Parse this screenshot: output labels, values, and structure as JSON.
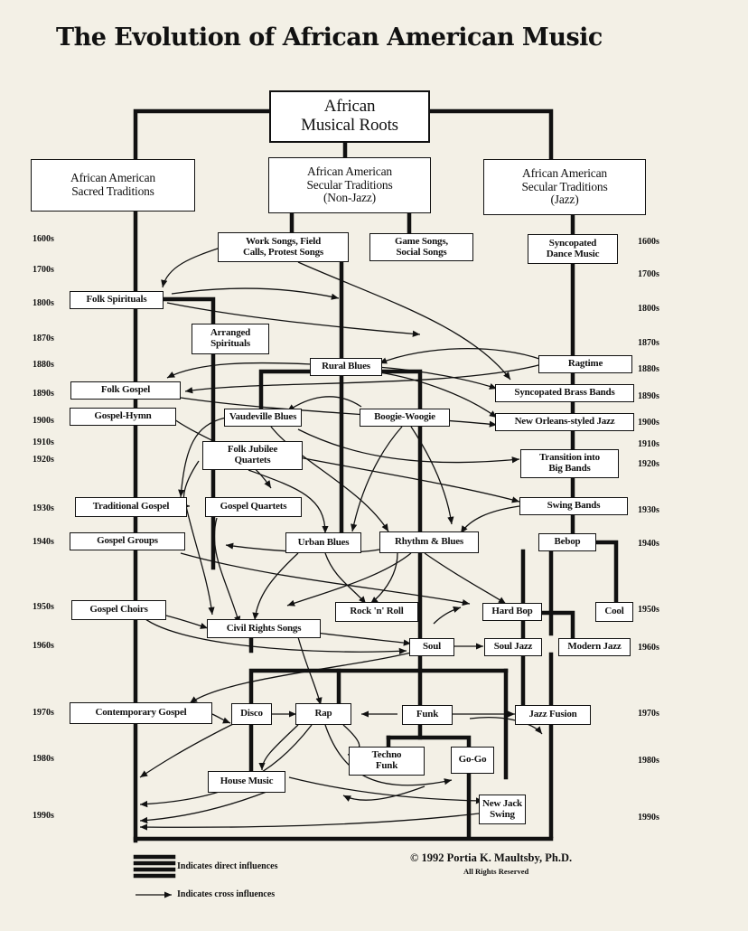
{
  "title": "The Evolution of African American Music",
  "roots": "African\nMusical Roots",
  "categories": {
    "sacred": "African American\nSacred Traditions",
    "secular": "African American\nSecular Traditions\n(Non-Jazz)",
    "jazz": "African American\nSecular Traditions\n(Jazz)"
  },
  "years_left": [
    "1600s",
    "1700s",
    "1800s",
    "1870s",
    "1880s",
    "1890s",
    "1900s",
    "1910s",
    "1920s",
    "1930s",
    "1940s",
    "1950s",
    "1960s",
    "1970s",
    "1980s",
    "1990s"
  ],
  "years_right": [
    "1600s",
    "1700s",
    "1800s",
    "1870s",
    "1880s",
    "1890s",
    "1900s",
    "1910s",
    "1920s",
    "1930s",
    "1940s",
    "1950s",
    "1960s",
    "1970s",
    "1980s",
    "1990s"
  ],
  "nodes": {
    "work_songs": "Work Songs, Field\nCalls, Protest Songs",
    "game_songs": "Game Songs,\nSocial Songs",
    "syncopated_dance": "Syncopated\nDance Music",
    "folk_spirituals": "Folk Spirituals",
    "arranged_spirituals": "Arranged\nSpirituals",
    "rural_blues": "Rural Blues",
    "ragtime": "Ragtime",
    "folk_gospel": "Folk Gospel",
    "syncopated_brass": "Syncopated Brass Bands",
    "gospel_hymn": "Gospel-Hymn",
    "vaudeville_blues": "Vaudeville Blues",
    "boogie_woogie": "Boogie-Woogie",
    "new_orleans_jazz": "New Orleans-styled Jazz",
    "folk_jubilee": "Folk Jubilee\nQuartets",
    "transition_big_bands": "Transition into\nBig Bands",
    "traditional_gospel": "Traditional Gospel",
    "gospel_quartets": "Gospel Quartets",
    "swing_bands": "Swing Bands",
    "gospel_groups": "Gospel Groups",
    "urban_blues": "Urban Blues",
    "rhythm_blues": "Rhythm & Blues",
    "bebop": "Bebop",
    "gospel_choirs": "Gospel Choirs",
    "rock_n_roll": "Rock 'n' Roll",
    "hard_bop": "Hard Bop",
    "cool": "Cool",
    "civil_rights": "Civil Rights Songs",
    "soul": "Soul",
    "soul_jazz": "Soul Jazz",
    "modern_jazz": "Modern Jazz",
    "contemporary_gospel": "Contemporary Gospel",
    "disco": "Disco",
    "rap": "Rap",
    "funk": "Funk",
    "jazz_fusion": "Jazz Fusion",
    "techno_funk": "Techno\nFunk",
    "go_go": "Go-Go",
    "house_music": "House Music",
    "new_jack_swing": "New Jack\nSwing"
  },
  "copyright": "© 1992 Portia K. Maultsby, Ph.D.",
  "rights": "All Rights Reserved",
  "legend": {
    "direct": "Indicates direct influences",
    "cross": "Indicates cross influences"
  }
}
